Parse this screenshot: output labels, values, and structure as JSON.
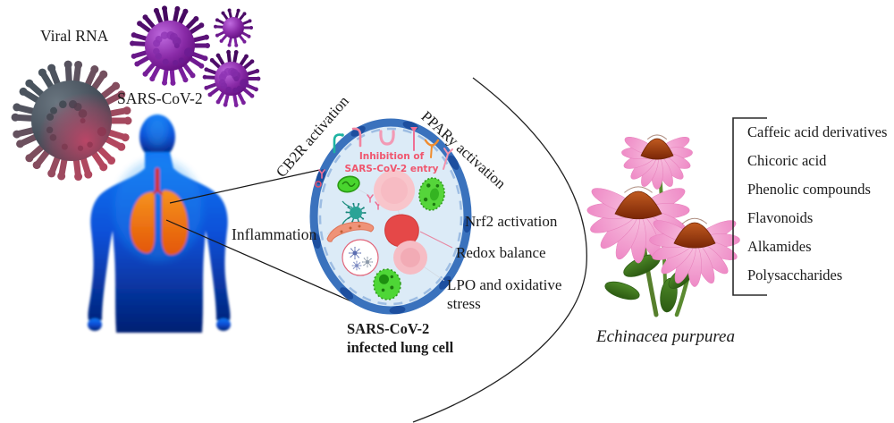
{
  "figure": {
    "virus_section": {
      "viral_rna_label": "Viral RNA",
      "virus_name_label": "SARS-CoV-2"
    },
    "cell_section": {
      "cb2r_label": "CB2R activation",
      "ppary_label": "PPARy activation",
      "inflammation_label": "Inflammation",
      "nrf2_label": "Nrf2 activation",
      "redox_label": "Redox balance",
      "lpo_label": "LPO and oxidative stress",
      "inhibition_line1": "Inhibition of",
      "inhibition_line2": "SARS-CoV-2 entry",
      "caption_line1": "SARS-CoV-2",
      "caption_line2": "infected lung cell"
    },
    "plant_section": {
      "species_label": "Echinacea purpurea",
      "compounds": [
        "Caffeic acid derivatives",
        "Chicoric acid",
        "Phenolic compounds",
        "Flavonoids",
        "Alkamides",
        "Polysaccharides"
      ]
    },
    "colors": {
      "membrane_blue": "#3a72bd",
      "cell_interior": "#dcebf7",
      "inhibition_text": "#f0566e",
      "body_blue": "#0a50d8",
      "lung_orange": "#f5831e",
      "virus_purple": "#7d2596",
      "dark_virus_crimson": "#b5475f",
      "petal_pink": "#f2a3cf",
      "cone_brown": "#9c3a10",
      "organelle_green": "#49d52e",
      "blob_red": "#e54848"
    }
  }
}
